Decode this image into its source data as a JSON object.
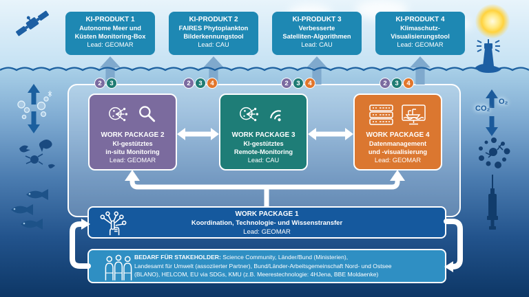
{
  "products": [
    {
      "title": "KI-PRODUKT 1",
      "line1": "Autonome Meer und",
      "line2": "Küsten Monitoring-Box",
      "lead": "Lead: GEOMAR",
      "badges": [
        "2",
        "3"
      ]
    },
    {
      "title": "KI-PRODUKT 2",
      "line1": "FAIRES Phytoplankton",
      "line2": "Bilderkennungstool",
      "lead": "Lead: CAU",
      "badges": [
        "2",
        "3",
        "4"
      ]
    },
    {
      "title": "KI-PRODUKT 3",
      "line1": "Verbesserte",
      "line2": "Satelliten-Algorithmen",
      "lead": "Lead: CAU",
      "badges": [
        "2",
        "3",
        "4"
      ]
    },
    {
      "title": "KI-PRODUKT 4",
      "line1": "Klimaschutz-",
      "line2": "Visualisierungstool",
      "lead": "Lead: GEOMAR",
      "badges": [
        "2",
        "3",
        "4"
      ]
    }
  ],
  "work_packages": {
    "wp2": {
      "title": "WORK PACKAGE 2",
      "line1": "KI-gestütztes",
      "line2": "in-situ Monitoring",
      "lead": "Lead: GEOMAR",
      "icons": [
        "ai-head",
        "magnifier"
      ]
    },
    "wp3": {
      "title": "WORK PACKAGE 3",
      "line1": "KI-gestütztes",
      "line2": "Remote-Monitoring",
      "lead": "Lead: CAU",
      "icons": [
        "ai-head",
        "wifi"
      ]
    },
    "wp4": {
      "title": "WORK PACKAGE 4",
      "line1": "Datenmanagement",
      "line2": "und -visualisierung",
      "lead": "Lead: GEOMAR",
      "icons": [
        "server-stack",
        "monitor-ship"
      ]
    },
    "wp1": {
      "title": "WORK PACKAGE 1",
      "subtitle": "Koordination, Technologie- und Wissenstransfer",
      "lead": "Lead: GEOMAR",
      "icon": "hand-network"
    }
  },
  "stakeholder": {
    "heading": "BEDARF FÜR STAKEHOLDER:",
    "line1_rest": " Science Community, Länder/Bund (Ministerien),",
    "line2": "Landesamt für Umwelt (assoziierter Partner), Bund/Länder-Arbeitsgemeinschaft Nord- und Ostsee",
    "line3": "(BLANO), HELCOM, EU via SDGs, KMU (z.B. Meerestechnologie: 4HJena, BBE Moldaenke)",
    "icon": "people-group"
  },
  "environment": {
    "co2_label": "CO₂",
    "o2_label": "O₂",
    "decorations": [
      "satellite",
      "mixing-arrows-bubbles",
      "plankton-creatures",
      "fish-school",
      "sun",
      "lighthouse",
      "gas-exchange-arrows",
      "plankton-ring",
      "measuring-probe"
    ]
  },
  "colors": {
    "product_box": "#1e88b3",
    "wp2": "#7b6b9e",
    "wp3": "#1e7d77",
    "wp4": "#db7730",
    "wp1": "#15599e",
    "stakeholder": "#2f8fc3",
    "badge_2": "#7b6ba0",
    "badge_3": "#1f7c74",
    "badge_4": "#e2762c",
    "water_deep": "#0d3766",
    "arrow_blue": "#7fa9cd"
  }
}
